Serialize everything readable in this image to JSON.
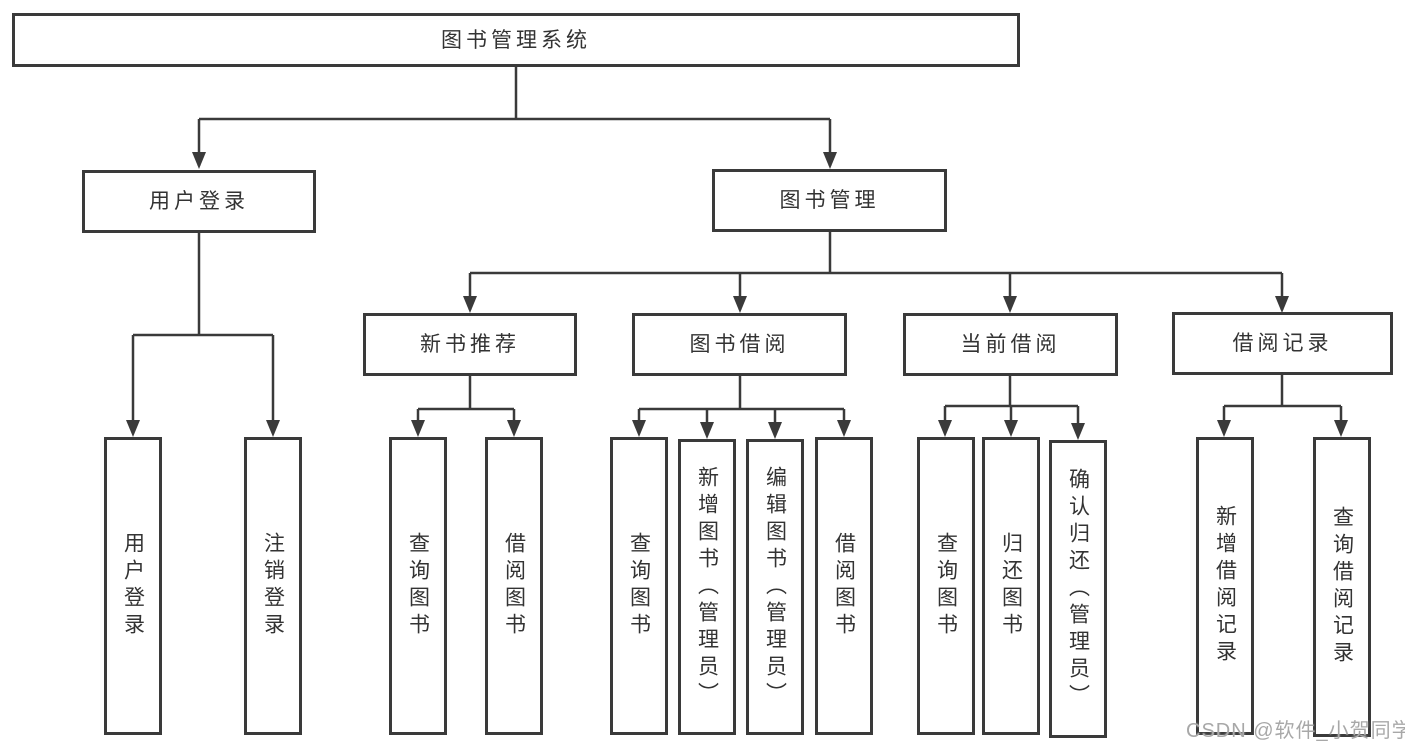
{
  "diagram": {
    "root": {
      "label": "图书管理系统"
    },
    "level2": [
      {
        "label": "用户登录"
      },
      {
        "label": "图书管理"
      }
    ],
    "level3": [
      {
        "label": "新书推荐"
      },
      {
        "label": "图书借阅"
      },
      {
        "label": "当前借阅"
      },
      {
        "label": "借阅记录"
      }
    ],
    "leaves": {
      "user": [
        "用户登录",
        "注销登录"
      ],
      "recommend": [
        "查询图书",
        "借阅图书"
      ],
      "borrow": [
        "查询图书",
        "新增图书（管理员）",
        "编辑图书（管理员）",
        "借阅图书"
      ],
      "current": [
        "查询图书",
        "归还图书",
        "确认归还（管理员）"
      ],
      "records": [
        "新增借阅记录",
        "查询借阅记录"
      ]
    },
    "colors": {
      "line": "#3a3a3a",
      "text": "#333333",
      "watermark": "#a8a8a8",
      "background": "#ffffff"
    }
  },
  "watermark": {
    "text": "CSDN @软件_小贺同学"
  }
}
